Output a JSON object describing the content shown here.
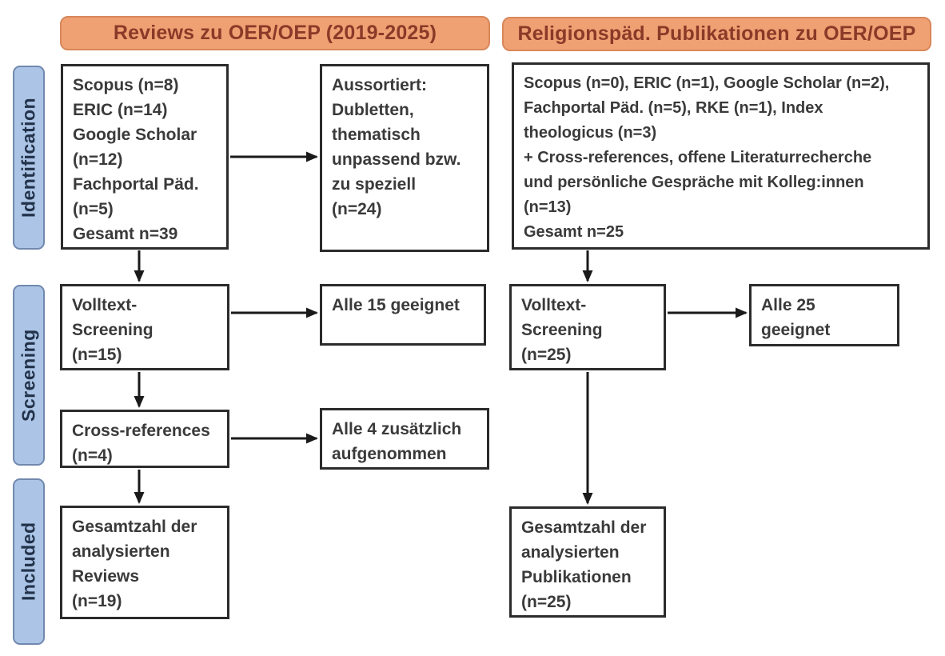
{
  "figure_type": "prisma-flow-diagram",
  "title_banners": {
    "left": "Reviews zu OER/OEP (2019-2025)",
    "right": "Religionspäd. Publikationen zu OER/OEP"
  },
  "stage_labels": {
    "identification": "Identification",
    "screening": "Screening",
    "included": "Included"
  },
  "left_column": {
    "sources": "Scopus (n=8)\nERIC (n=14)\nGoogle Scholar\n(n=12)\nFachportal Päd.\n(n=5)\nGesamt n=39",
    "excluded": "Aussortiert:\nDubletten,\nthematisch\nunpassend bzw.\nzu speziell\n(n=24)",
    "fulltext_screening": "Volltext-\nScreening\n(n=15)",
    "fulltext_result": "Alle 15 geeignet",
    "crossref": "Cross-references\n(n=4)",
    "crossref_result": "Alle 4 zusätzlich\naufgenommen",
    "included_total": "Gesamtzahl der\nanalysierten\nReviews\n(n=19)"
  },
  "right_column": {
    "sources": "Scopus (n=0), ERIC (n=1), Google Scholar (n=2),\nFachportal Päd. (n=5), RKE (n=1), Index\ntheologicus (n=3)\n+ Cross-references, offene Literaturrecherche\nund persönliche Gespräche mit Kolleg:innen\n(n=13)\nGesamt n=25",
    "fulltext_screening": "Volltext-\nScreening\n(n=25)",
    "fulltext_result": "Alle 25 geeignet",
    "included_total": "Gesamtzahl der\nanalysierten\nPublikationen\n(n=25)"
  },
  "colors": {
    "banner_fill": "#F0A173",
    "banner_border": "#D8875A",
    "banner_text": "#8A3A28",
    "stage_fill": "#ACC5E6",
    "stage_border": "#7189AE",
    "stage_text": "#22324A",
    "box_border": "#2B2B2B",
    "box_text": "#3A3A3A",
    "arrow": "#1A1A1A",
    "background": "#FFFFFF"
  }
}
